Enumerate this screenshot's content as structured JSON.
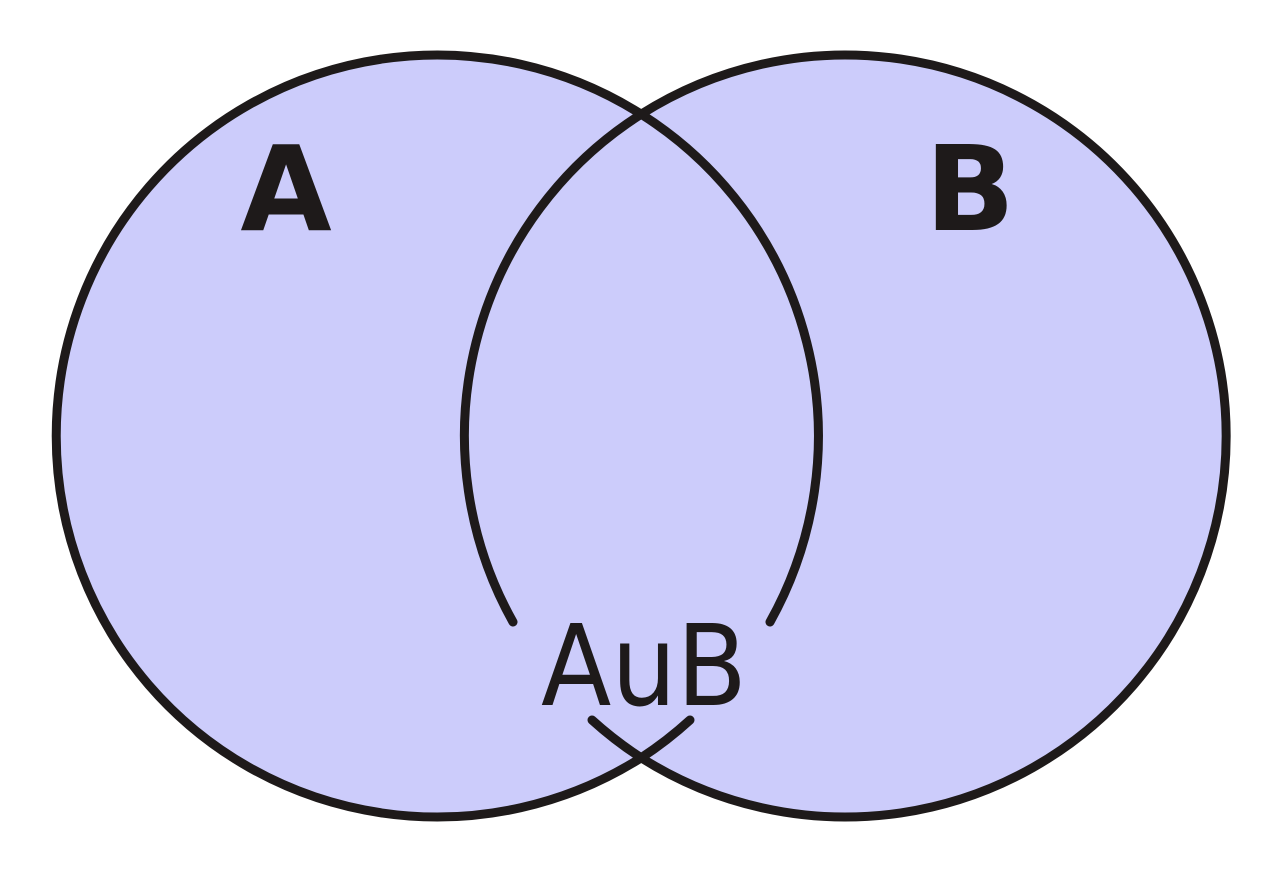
{
  "diagram": {
    "type": "venn",
    "fill_color": "#ccccfb",
    "stroke_color": "#1e1a1a",
    "background": "#ffffff",
    "sets": [
      {
        "label": "A"
      },
      {
        "label": "B"
      }
    ],
    "region_label": "AuB"
  }
}
